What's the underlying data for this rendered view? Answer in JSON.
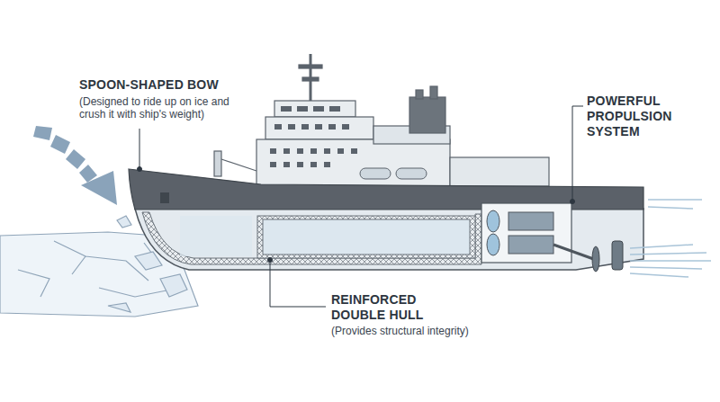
{
  "diagram": {
    "labels": [
      "SPOON-SHAPED BOW",
      "(Designed to ride up on ice and crush it with ship's weight)",
      "POWERFUL PROPULSION SYSTEM",
      "REINFORCED DOUBLE HULL",
      "(Provides structural integrity)"
    ]
  }
}
